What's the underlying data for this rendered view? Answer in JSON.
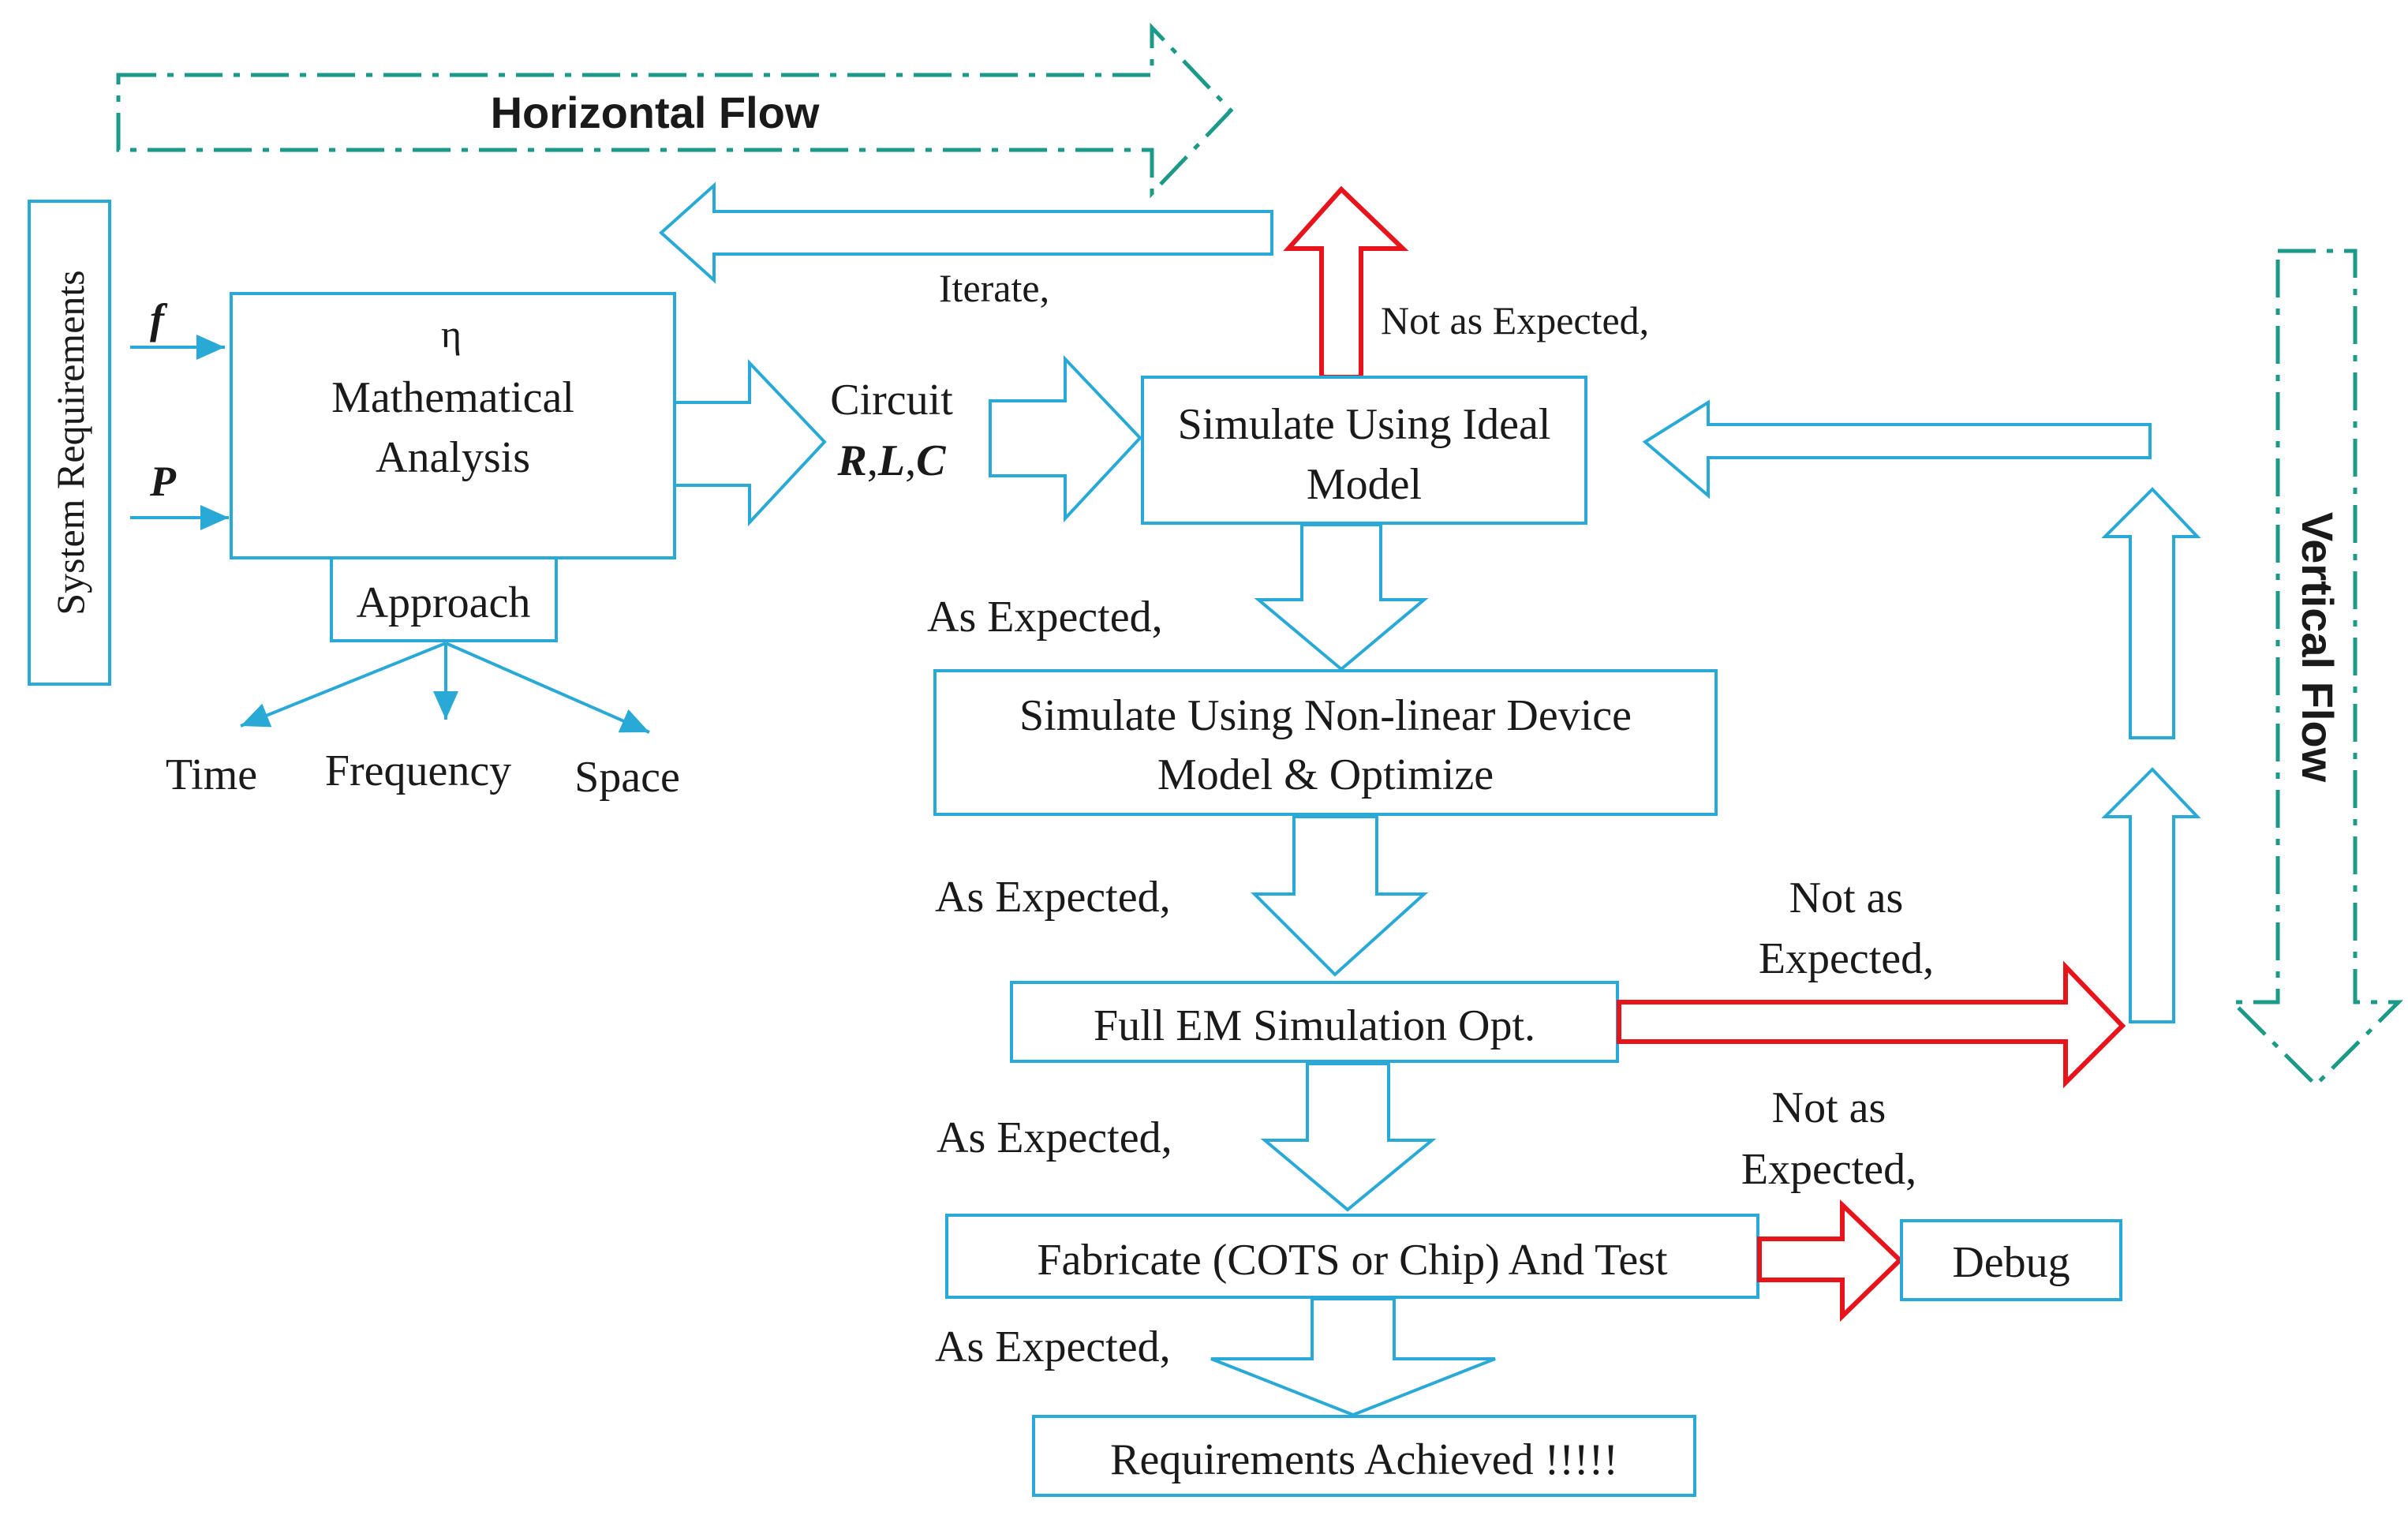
{
  "colors": {
    "box": "#29a9d6",
    "arrow": "#29a9d6",
    "red": "#e8141b",
    "teal": "#1a9a87",
    "text": "#1a1a1a"
  },
  "flows": {
    "horizontal": "Horizontal Flow",
    "vertical": "Vertical Flow"
  },
  "left": {
    "system_requirements": "System Requirements",
    "f": "f",
    "p": "P",
    "eta": "η",
    "math1": "Mathematical",
    "math2": "Analysis",
    "approach": "Approach",
    "time": "Time",
    "frequency": "Frequency",
    "space": "Space"
  },
  "circuit": {
    "label": "Circuit",
    "r": "R",
    "c1": ",",
    "l": "L",
    "c2": ",",
    "c": "C"
  },
  "labels": {
    "iterate": "Iterate,",
    "not_expected_top": "Not as Expected,",
    "as_expected_1": "As Expected,",
    "as_expected_2": "As Expected,",
    "as_expected_3": "As Expected,",
    "as_expected_4": "As Expected,",
    "not_as_a": "Not as",
    "expected_a": "Expected,",
    "not_as_b": "Not as",
    "expected_b": "Expected,"
  },
  "boxes": {
    "ideal_1": "Simulate Using Ideal",
    "ideal_2": "Model",
    "nonlinear_1": "Simulate Using Non-linear Device",
    "nonlinear_2": "Model & Optimize",
    "fullem": "Full EM Simulation Opt.",
    "fabricate": "Fabricate (COTS or Chip) And Test",
    "debug": "Debug",
    "achieved": "Requirements Achieved !!!!!"
  }
}
